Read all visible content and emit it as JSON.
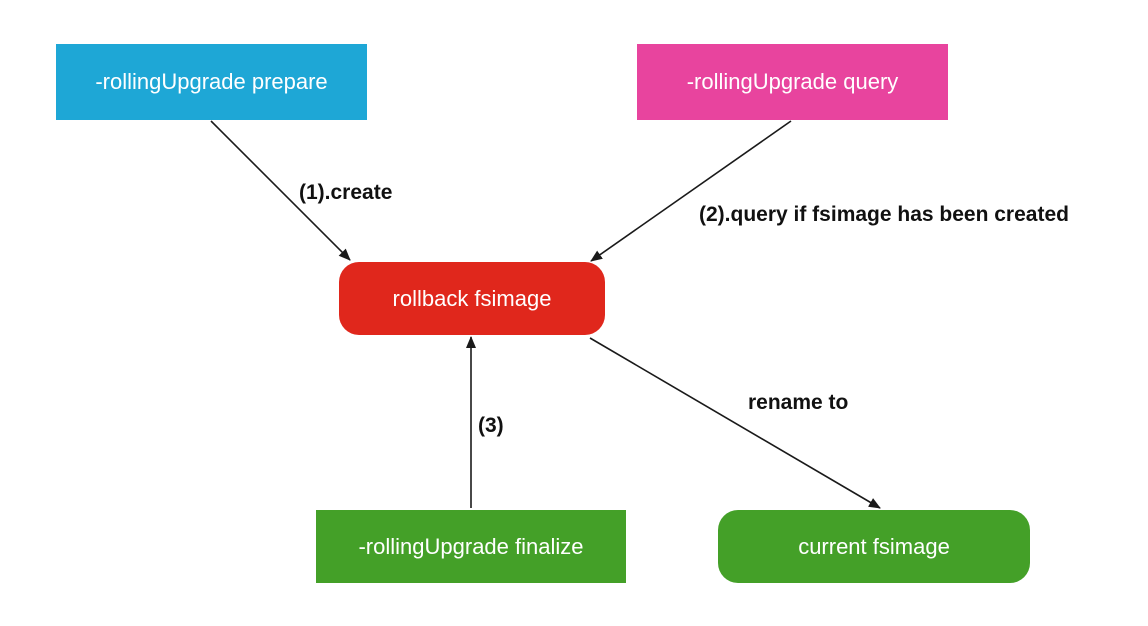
{
  "nodes": {
    "prepare": {
      "label": "-rollingUpgrade prepare",
      "color": "#1ea7d6"
    },
    "query": {
      "label": "-rollingUpgrade query",
      "color": "#e8449e"
    },
    "rollback": {
      "label": "rollback fsimage",
      "color": "#e0271c"
    },
    "finalize": {
      "label": "-rollingUpgrade finalize",
      "color": "#44a028"
    },
    "current": {
      "label": "current fsimage",
      "color": "#44a028"
    }
  },
  "edges": {
    "create": {
      "label": "(1).create",
      "from": "prepare",
      "to": "rollback"
    },
    "query": {
      "label": "(2).query if fsimage has been created",
      "from": "query",
      "to": "rollback"
    },
    "step3": {
      "label": "(3)",
      "from": "finalize",
      "to": "rollback"
    },
    "rename": {
      "label": "rename to",
      "from": "rollback",
      "to": "current"
    }
  },
  "edge_color": "#1a1a1a"
}
